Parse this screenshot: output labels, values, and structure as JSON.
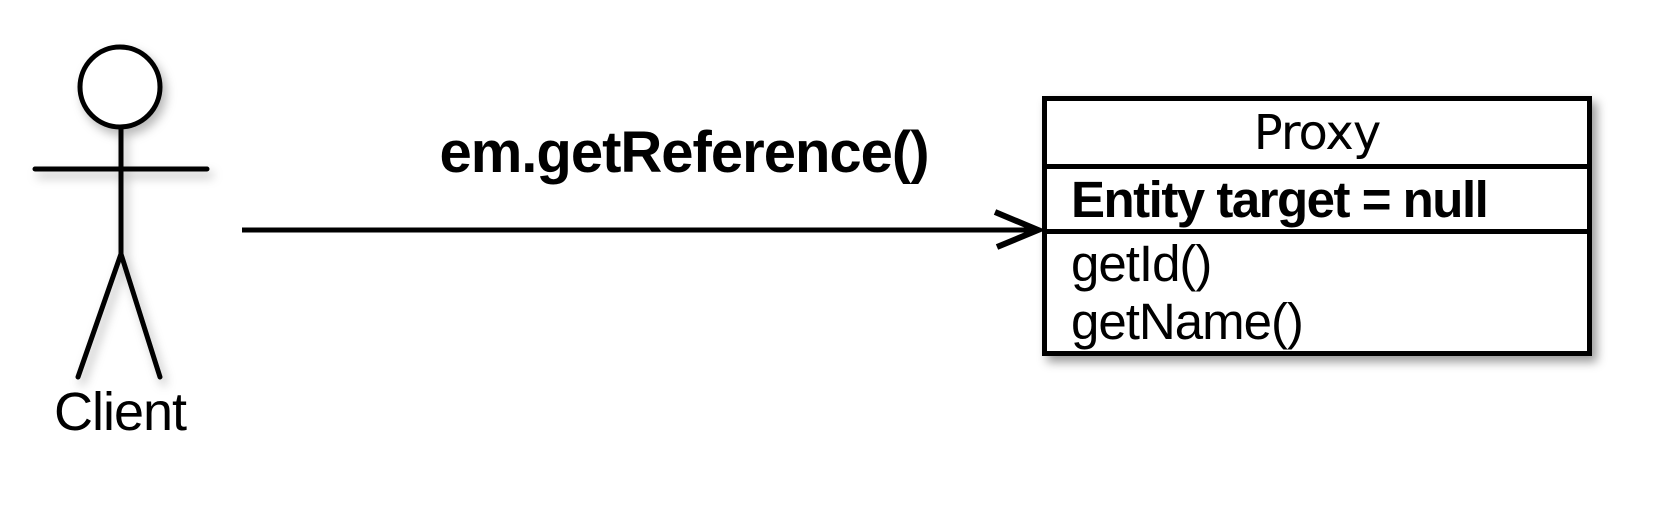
{
  "diagram": {
    "type": "uml-proxy-pattern",
    "background_color": "#ffffff",
    "stroke_color": "#000000",
    "actor": {
      "icon": "stick-figure",
      "label": "Client"
    },
    "message": {
      "label": "em.getReference()",
      "direction": "left-to-right"
    },
    "class_box": {
      "title": "Proxy",
      "attributes": [
        "Entity target = null"
      ],
      "methods": [
        "getId()",
        "getName()"
      ]
    }
  }
}
